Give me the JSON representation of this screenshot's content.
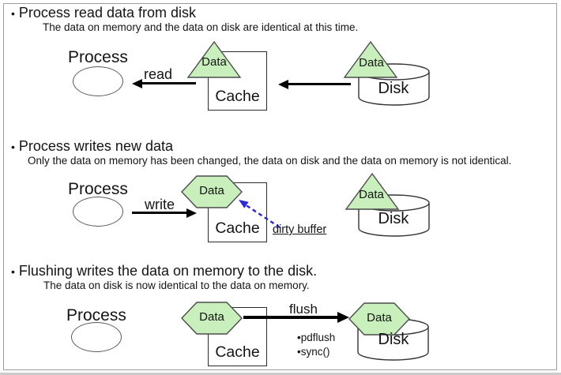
{
  "colors": {
    "data_shape_fill": "#c9efbd",
    "data_shape_border": "#4c4c4c",
    "dirty_arrow_blue": "#2a2ad0",
    "frame_border": "#9f9f9f"
  },
  "sections": [
    {
      "bullet": "•",
      "title": "Process read data from disk",
      "subtitle": "The data on memory and the data on disk are identical at this time.",
      "process_label": "Process",
      "cache_label": "Cache",
      "disk_label": "Disk",
      "cache_data_label": "Data",
      "disk_data_label": "Data",
      "read_arrow_label": "read"
    },
    {
      "bullet": "•",
      "title": "Process writes new data",
      "subtitle": "Only the data on memory has been changed, the data on disk and the data on memory is not identical.",
      "process_label": "Process",
      "cache_label": "Cache",
      "disk_label": "Disk",
      "cache_data_label": "Data",
      "disk_data_label": "Data",
      "write_arrow_label": "write",
      "dirty_buffer_label": "dirty buffer"
    },
    {
      "bullet": "•",
      "title": "Flushing writes the data on memory to the disk.",
      "subtitle": "The data on disk is now identical to the data on memory.",
      "process_label": "Process",
      "cache_label": "Cache",
      "disk_label": "Disk",
      "cache_data_label": "Data",
      "disk_data_label": "Data",
      "flush_arrow_label": "flush",
      "notes": [
        "•pdflush",
        "•sync()"
      ]
    }
  ]
}
